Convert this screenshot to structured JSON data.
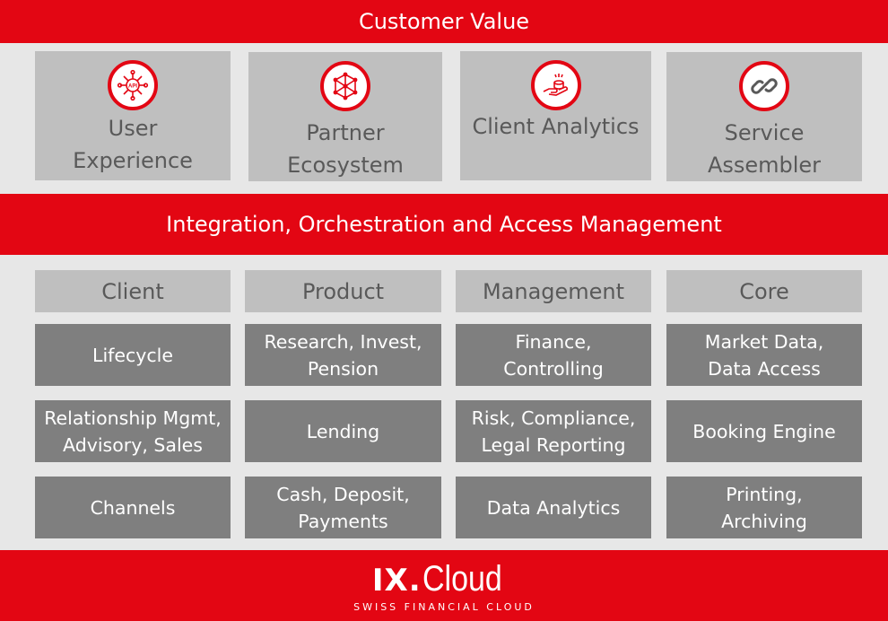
{
  "header": {
    "title": "Customer Value"
  },
  "customer_value": [
    {
      "label": "User\nExperience",
      "icon": "api-hub-icon"
    },
    {
      "label": "Partner\nEcosystem",
      "icon": "network-icon"
    },
    {
      "label": "Client Analytics",
      "icon": "hand-coins-icon"
    },
    {
      "label": "Service\nAssembler",
      "icon": "chain-link-icon"
    }
  ],
  "middle": {
    "title": "Integration, Orchestration and Access Management"
  },
  "columns": [
    {
      "header": "Client",
      "cells": [
        "Lifecycle",
        "Relationship Mgmt,\nAdvisory, Sales",
        "Channels"
      ]
    },
    {
      "header": "Product",
      "cells": [
        "Research, Invest,\nPension",
        "Lending",
        "Cash, Deposit,\nPayments"
      ]
    },
    {
      "header": "Management",
      "cells": [
        "Finance,\nControlling",
        "Risk, Compliance,\nLegal Reporting",
        "Data Analytics"
      ]
    },
    {
      "header": "Core",
      "cells": [
        "Market Data,\nData Access",
        "Booking Engine",
        "Printing,\nArchiving"
      ]
    }
  ],
  "footer": {
    "logo_ix": "IX",
    "logo_dot": ".",
    "logo_cloud": "Cloud",
    "tagline": "SWISS FINANCIAL CLOUD"
  },
  "colors": {
    "brand_red": "#e30613",
    "light_box": "#bfbfbf",
    "dark_box": "#7f7f7f",
    "background": "#e7e7e7"
  }
}
